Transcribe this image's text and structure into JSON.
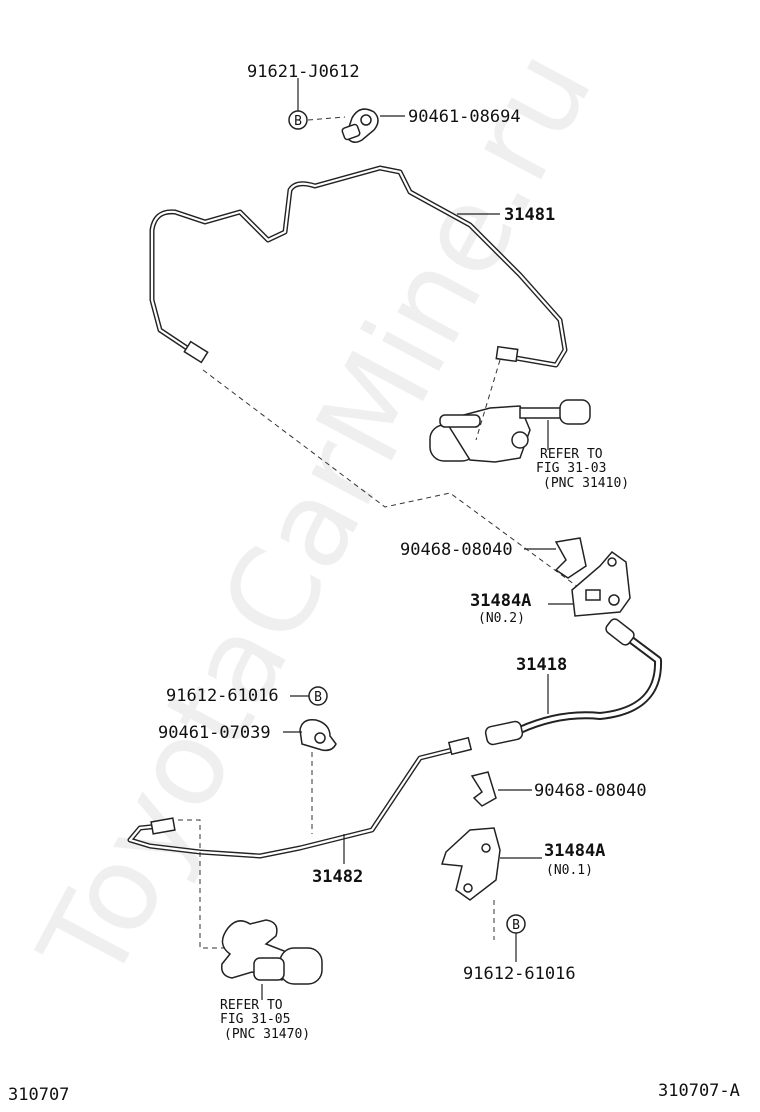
{
  "watermark": "ToyotaCarMine.ru",
  "labels": {
    "p91621": "91621-J0612",
    "p90461a": "90461-08694",
    "p31481": "31481",
    "refer1_line1": "REFER TO",
    "refer1_line2": "FIG 31-03",
    "refer1_line3": "(PNC 31410)",
    "p90468a": "90468-08040",
    "p31484a_top": "31484A",
    "no2": "(N0.2)",
    "p31418": "31418",
    "p91612a": "91612-61016",
    "p90461b": "90461-07039",
    "p90468b": "90468-08040",
    "p31484a_bottom": "31484A",
    "no1": "(N0.1)",
    "p31482": "31482",
    "p91612b": "91612-61016",
    "refer2_line1": "REFER TO",
    "refer2_line2": "FIG 31-05",
    "refer2_line3": "(PNC 31470)",
    "footer_left": "310707",
    "footer_right": "310707-A"
  },
  "bolt_marker": "B"
}
